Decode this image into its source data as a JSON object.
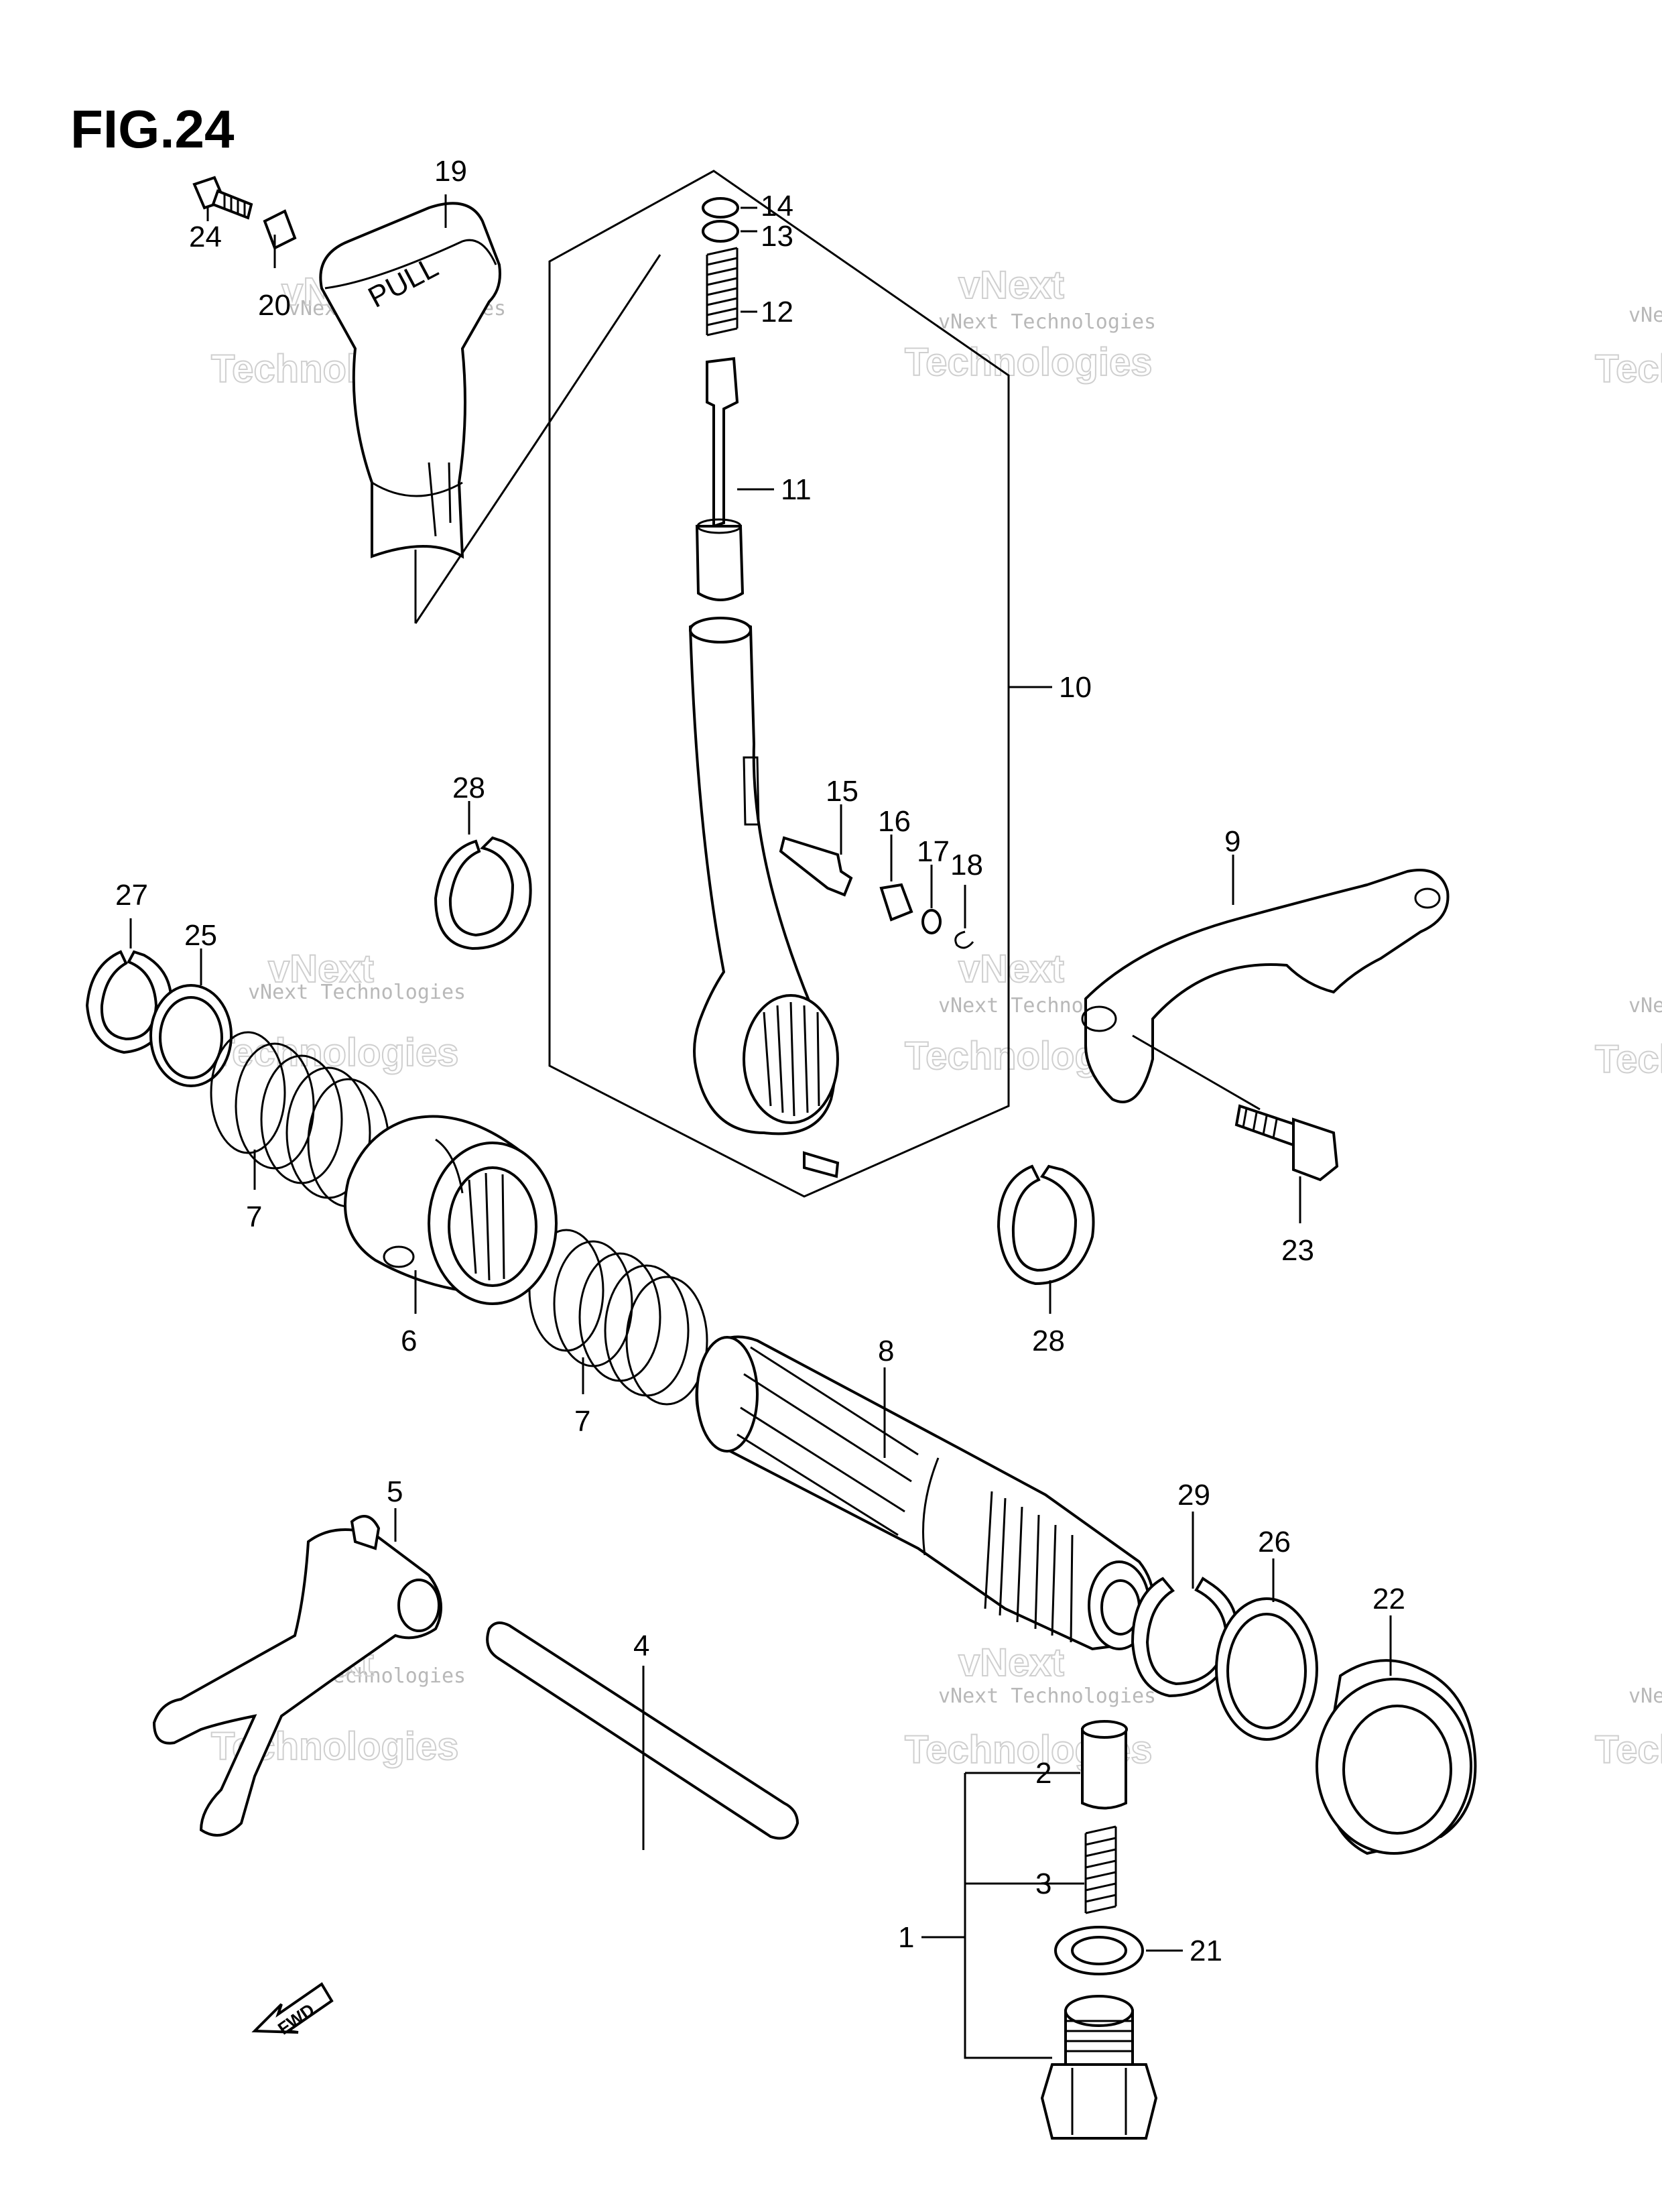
{
  "figure": {
    "title": "FIG.24"
  },
  "watermark": {
    "line1": "vNext Technologies",
    "line2": "vNext",
    "line3": "Technologies"
  },
  "callouts": {
    "c1": "1",
    "c2": "2",
    "c3": "3",
    "c4": "4",
    "c5": "5",
    "c6": "6",
    "c7a": "7",
    "c7b": "7",
    "c8": "8",
    "c9": "9",
    "c10": "10",
    "c11": "11",
    "c12": "12",
    "c13": "13",
    "c14": "14",
    "c15": "15",
    "c16": "16",
    "c17": "17",
    "c18": "18",
    "c19": "19",
    "c20": "20",
    "c21": "21",
    "c22": "22",
    "c23": "23",
    "c24": "24",
    "c25": "25",
    "c26": "26",
    "c27": "27",
    "c28a": "28",
    "c28b": "28",
    "c29": "29"
  },
  "knob_text": "PULL",
  "fwd_text": "FWD"
}
